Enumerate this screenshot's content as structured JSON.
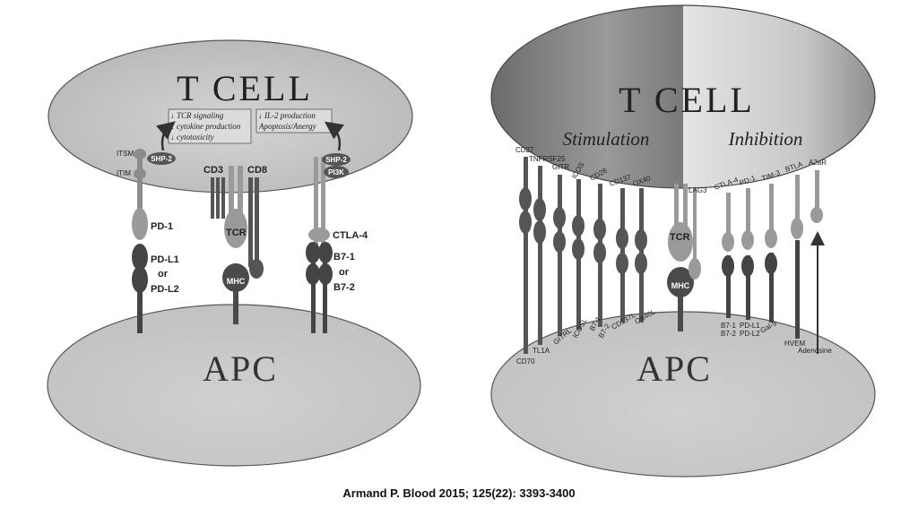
{
  "left": {
    "tcell_title": "T CELL",
    "apc_title": "APC",
    "box_left": [
      "TCR signaling",
      "cytokine production",
      "cytotoxicity"
    ],
    "box_right": [
      "IL-2 production",
      "Apoptosis/Anergy"
    ],
    "down_arrow": "↓",
    "labels": {
      "itsm": "ITSM",
      "itim": "ITIM",
      "shp2_left": "SHP-2",
      "shp2_right": "SHP-2",
      "pi3k": "PI3K",
      "cd3": "CD3",
      "cd8": "CD8",
      "tcr": "TCR",
      "mhc": "MHC",
      "pd1": "PD-1",
      "pdl1": "PD-L1",
      "or1": "or",
      "pdl2": "PD-L2",
      "ctla4": "CTLA-4",
      "b71": "B7-1",
      "or2": "or",
      "b72": "B7-2"
    }
  },
  "right": {
    "tcell_title": "T CELL",
    "stimulation": "Stimulation",
    "inhibition": "Inhibition",
    "apc_title": "APC",
    "top_labels": {
      "cd27": "CD27",
      "tnfrsf25": "TNFRSF25",
      "gitr": "GITR",
      "icos": "ICOS",
      "cd28": "CD28",
      "cd137": "CD137",
      "ox40": "OX40",
      "lag3": "LAG3",
      "ctla4": "CTLA-4",
      "pd1": "PD-1",
      "tim3": "TIM-3",
      "btla": "BTLA",
      "a2ar": "A2aR"
    },
    "tcr": "TCR",
    "mhc": "MHC",
    "bottom_labels": {
      "cd70": "CD70",
      "tl1a": "TL1A",
      "gitrl": "GITRL",
      "icosl": "ICOSL",
      "b71_a": "B7-1",
      "b72_a": "B7-2",
      "cd137l": "CD137L",
      "ox40l": "OX40L",
      "b71_b": "B7-1",
      "b72_b": "B7-2",
      "pdl1": "PD-L1",
      "pdl2": "PD-L2",
      "gal9": "Gal-9",
      "hvem": "HVEM",
      "adenosine": "Adenosine"
    }
  },
  "citation": "Armand P.  Blood 2015; 125(22): 3393-3400"
}
